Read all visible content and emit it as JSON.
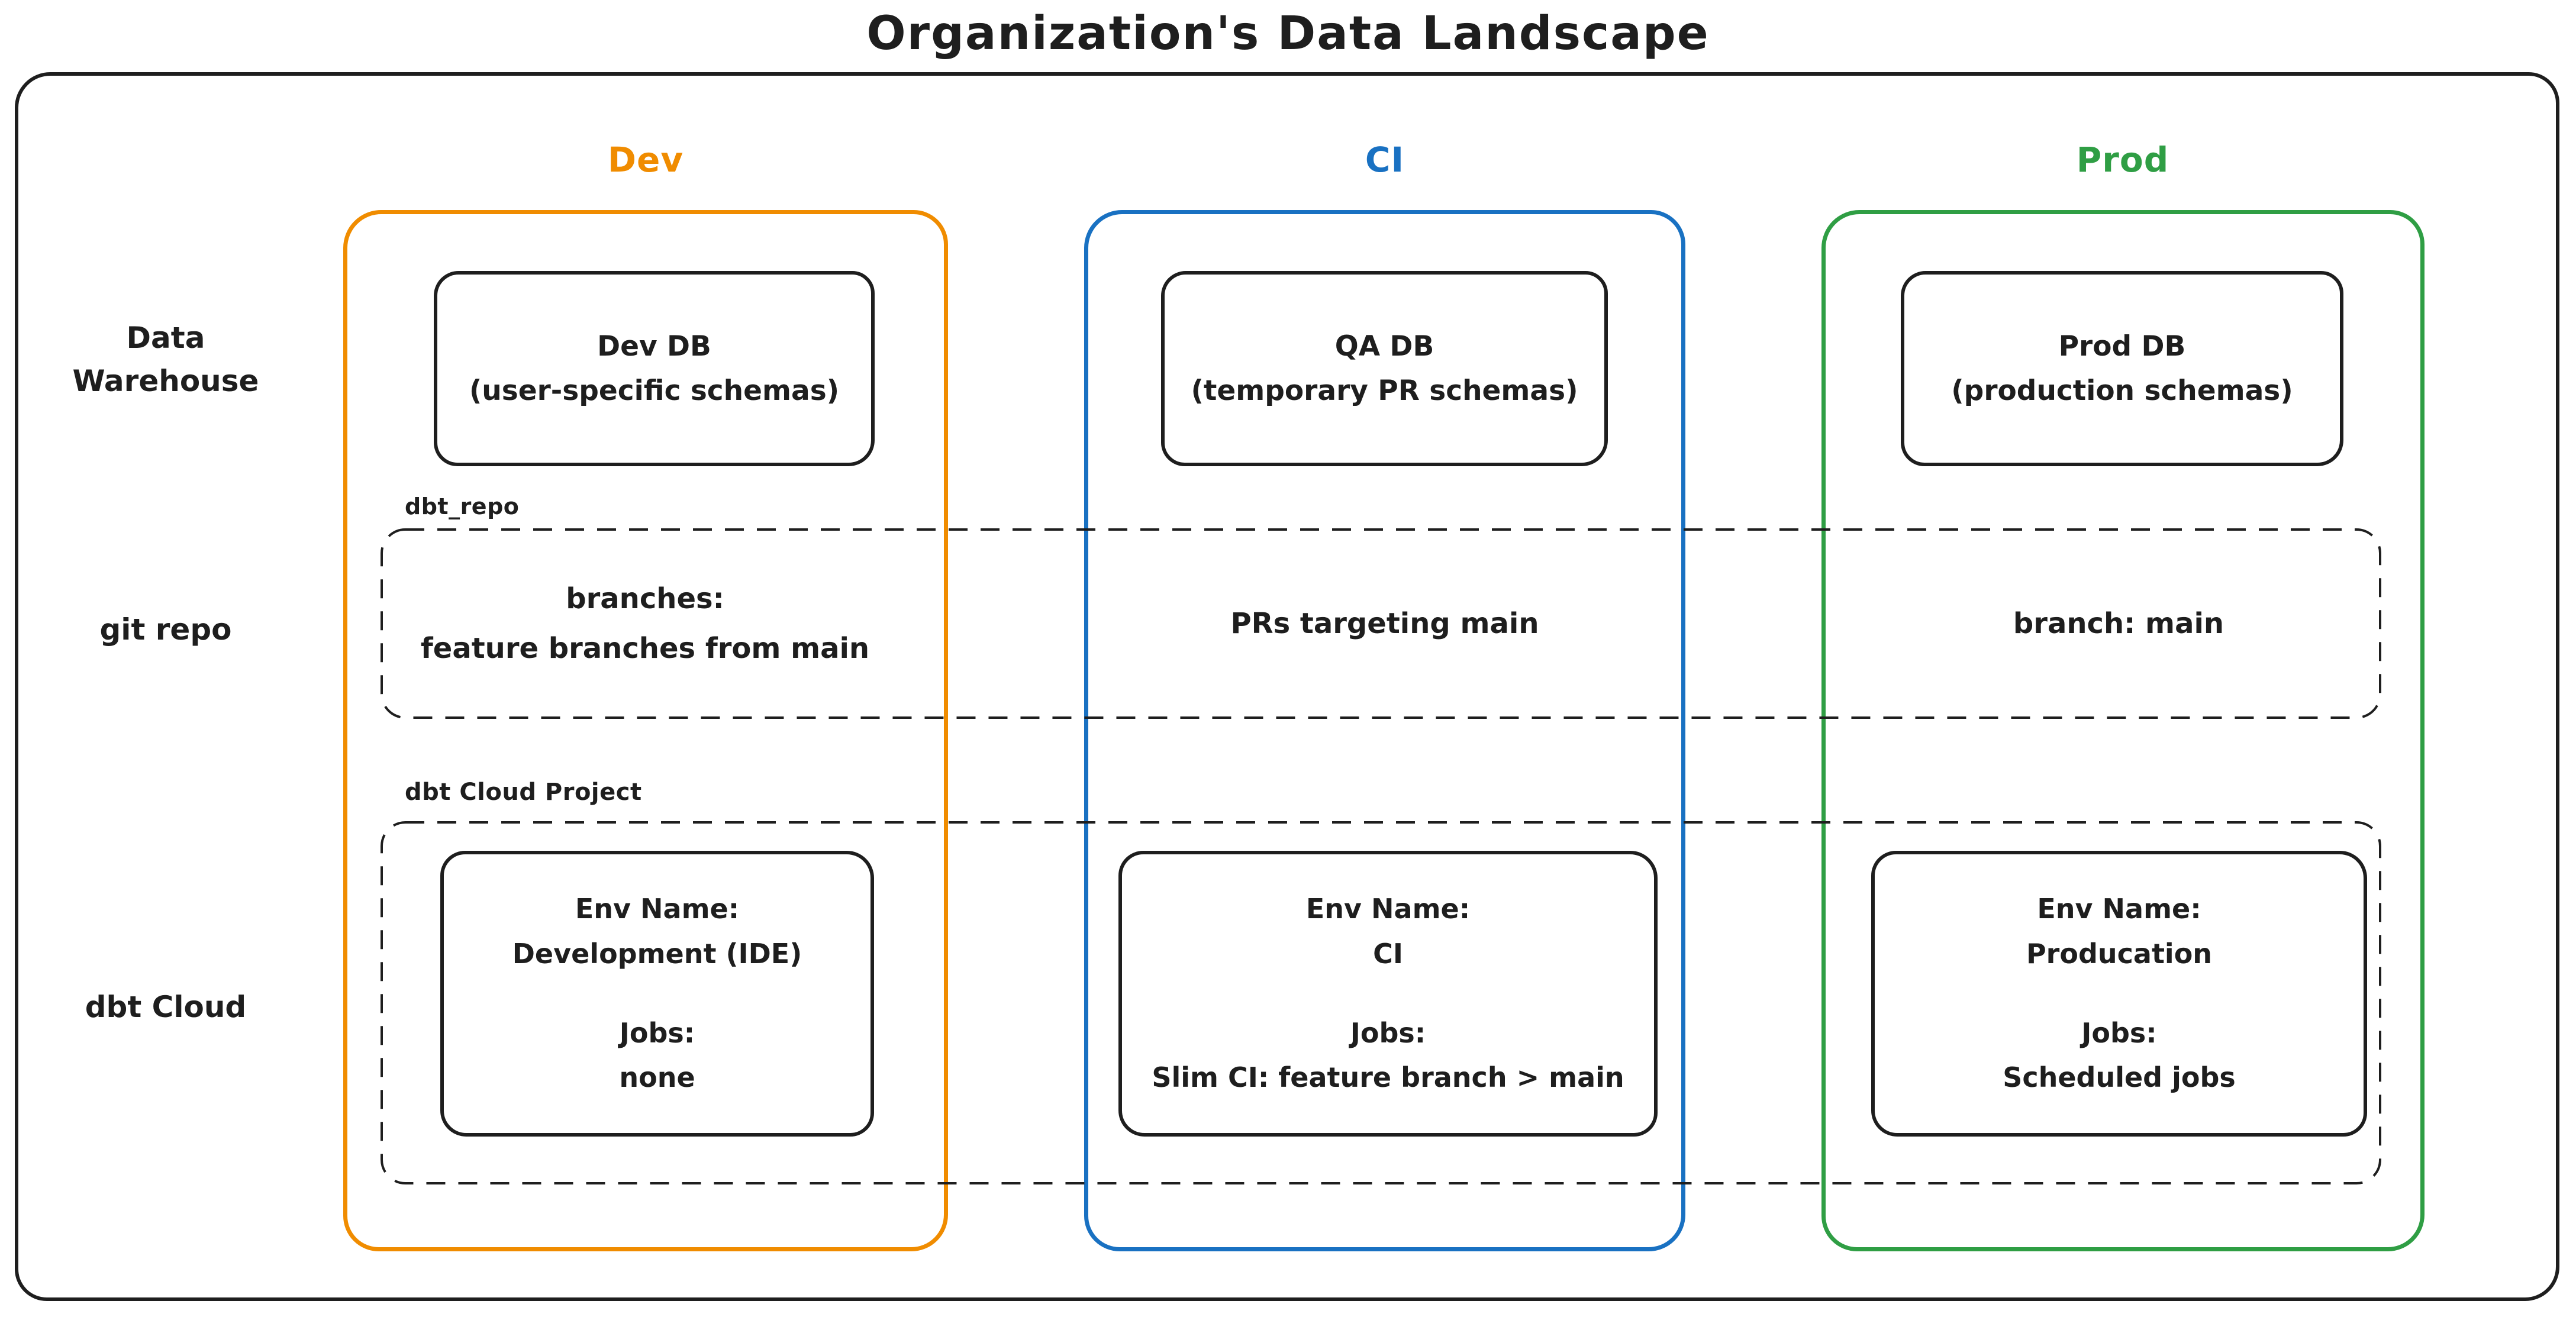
{
  "title": "Organization's Data Landscape",
  "colors": {
    "stroke": "#1e1e1e",
    "dev_accent": "#f08c00",
    "ci_accent": "#1971c2",
    "prod_accent": "#2f9e44"
  },
  "row_labels": {
    "warehouse_line1": "Data",
    "warehouse_line2": "Warehouse",
    "git": "git repo",
    "dbt_cloud": "dbt Cloud"
  },
  "group_labels": {
    "git_repo_box": "dbt_repo",
    "dbt_cloud_box": "dbt Cloud Project"
  },
  "columns": [
    {
      "header": "Dev",
      "db": {
        "title": "Dev DB",
        "subtitle": "(user-specific schemas)"
      },
      "git": {
        "line1": "branches:",
        "line2": "feature branches from main"
      },
      "env": {
        "label": "Env Name:",
        "name": "Development (IDE)",
        "jobs_label": "Jobs:",
        "jobs": "none"
      }
    },
    {
      "header": "CI",
      "db": {
        "title": "QA DB",
        "subtitle": "(temporary PR schemas)"
      },
      "git": {
        "line1": "PRs targeting main"
      },
      "env": {
        "label": "Env Name:",
        "name": "CI",
        "jobs_label": "Jobs:",
        "jobs": "Slim CI: feature branch > main"
      }
    },
    {
      "header": "Prod",
      "db": {
        "title": "Prod DB",
        "subtitle": "(production schemas)"
      },
      "git": {
        "line1": "branch: main"
      },
      "env": {
        "label": "Env Name:",
        "name": "Producation",
        "jobs_label": "Jobs:",
        "jobs": "Scheduled jobs"
      }
    }
  ]
}
